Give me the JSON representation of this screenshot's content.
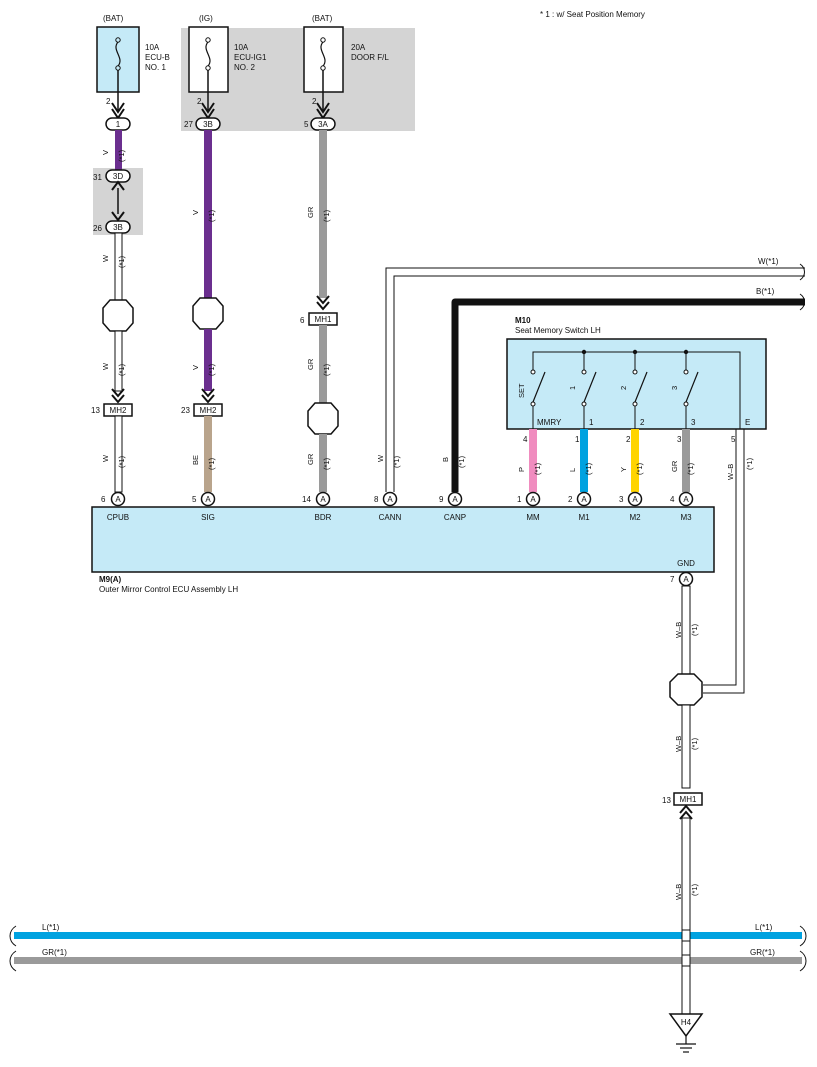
{
  "note": "* 1 : w/ Seat Position Memory",
  "fuses": {
    "f1": {
      "source": "(BAT)",
      "amp": "10A",
      "name1": "ECU-B",
      "name2": "NO. 1",
      "pin": "2"
    },
    "f2": {
      "source": "(IG)",
      "amp": "10A",
      "name1": "ECU-IG1",
      "name2": "NO. 2",
      "pin": "2"
    },
    "f3": {
      "source": "(BAT)",
      "amp": "20A",
      "name1": "DOOR F/L",
      "pin": "2"
    }
  },
  "connectors": {
    "c1": {
      "label": "1"
    },
    "c27": {
      "pin": "27",
      "label": "3B"
    },
    "c5": {
      "pin": "5",
      "label": "3A"
    },
    "c31": {
      "pin": "31",
      "label": "3D"
    },
    "c26": {
      "pin": "26",
      "label": "3B"
    },
    "mh1a": {
      "pin": "6",
      "label": "MH1"
    },
    "mh2a": {
      "pin": "13",
      "label": "MH2"
    },
    "mh2b": {
      "pin": "23",
      "label": "MH2"
    },
    "mh1b": {
      "pin": "13",
      "label": "MH1"
    },
    "ground": {
      "label": "H4"
    }
  },
  "wires": {
    "w_v": "V",
    "w_w": "W",
    "w_gr": "GR",
    "w_be": "BE",
    "w_b": "B",
    "w_p": "P",
    "w_l": "L",
    "w_y": "Y",
    "w_wb": "W–B",
    "mark": "(*1)",
    "w_top": "W(*1)",
    "b_top": "B(*1)",
    "l_bus": "L(*1)",
    "gr_bus": "GR(*1)"
  },
  "switch": {
    "id": "M10",
    "name": "Seat Memory Switch LH",
    "sw_set": "SET",
    "sw_1": "1",
    "sw_2": "2",
    "sw_3": "3",
    "t_mmry": "MMRY",
    "t_1": "1",
    "t_2": "2",
    "t_3": "3",
    "t_e": "E",
    "pins": [
      "4",
      "1",
      "2",
      "3",
      "5"
    ]
  },
  "ecu": {
    "id": "M9(A)",
    "name": "Outer Mirror Control ECU Assembly LH",
    "conn": "A",
    "terminals": [
      {
        "pin": "6",
        "label": "CPUB"
      },
      {
        "pin": "5",
        "label": "SIG"
      },
      {
        "pin": "14",
        "label": "BDR"
      },
      {
        "pin": "8",
        "label": "CANN"
      },
      {
        "pin": "9",
        "label": "CANP"
      },
      {
        "pin": "1",
        "label": "MM"
      },
      {
        "pin": "2",
        "label": "M1"
      },
      {
        "pin": "3",
        "label": "M2"
      },
      {
        "pin": "4",
        "label": "M3"
      }
    ],
    "gnd": {
      "pin": "7",
      "label": "GND"
    }
  },
  "colors": {
    "violet": "#6b2f8f",
    "gray": "#9a9a9a",
    "tan": "#b9a48c",
    "pink": "#f08cbf",
    "blue": "#00a2e0",
    "yellow": "#ffd400",
    "box": "#c5eaf7",
    "shade": "#d4d4d4"
  }
}
